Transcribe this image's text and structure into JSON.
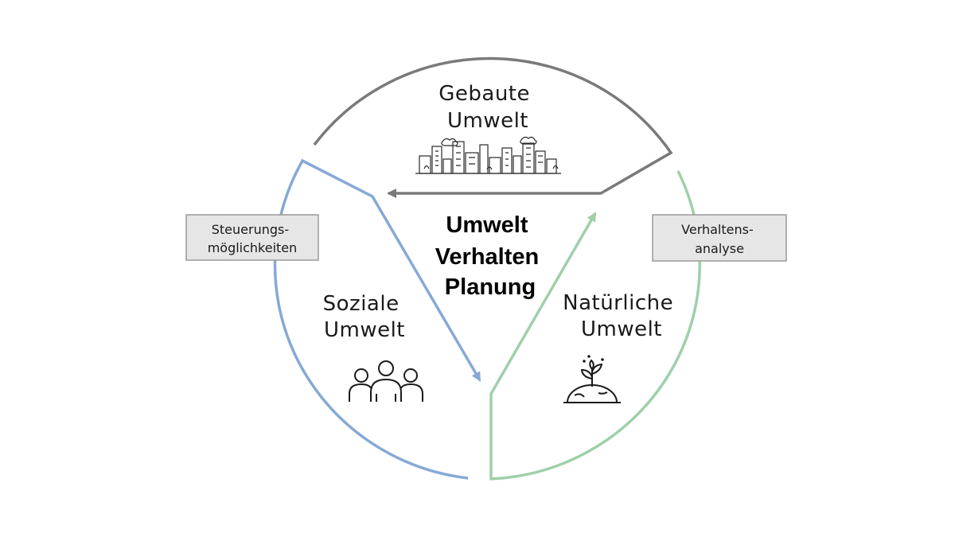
{
  "segments": {
    "built": {
      "line1": "Gebaute",
      "line2": "Umwelt",
      "color": "#7a7a7a",
      "icon": "city-skyline-icon"
    },
    "social": {
      "line1": "Soziale",
      "line2": "Umwelt",
      "color": "#86a9d6",
      "icon": "group-people-icon"
    },
    "natural": {
      "line1": "Natürliche",
      "line2": "Umwelt",
      "color": "#9fd0a9",
      "icon": "plant-globe-icon"
    }
  },
  "center": {
    "line1": "Umwelt",
    "line2": "Verhalten",
    "line3": "Planung"
  },
  "boxes": {
    "left": {
      "line1": "Steuerungs-",
      "line2": "möglichkeiten"
    },
    "right": {
      "line1": "Verhaltens-",
      "line2": "analyse"
    },
    "fill": "#e6e6e6",
    "border": "#9a9a9a"
  }
}
